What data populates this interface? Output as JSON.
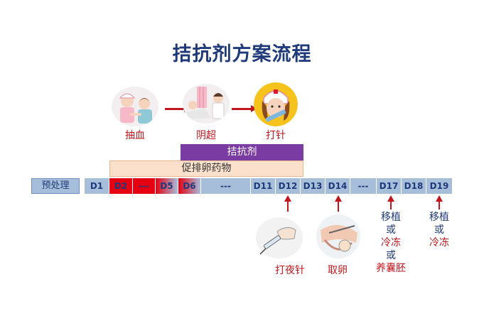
{
  "title": "拮抗剂方案流程",
  "steps": [
    {
      "label": "抽血",
      "icon": "nurse-drawing-blood-icon"
    },
    {
      "label": "阴超",
      "icon": "ultrasound-exam-icon"
    },
    {
      "label": "打针",
      "icon": "nurse-injection-icon"
    }
  ],
  "bars": {
    "antagonist": "拮抗剂",
    "ovulation_drugs": "促排卵药物"
  },
  "pretreatment": "预处理",
  "days": [
    "D1",
    "D2",
    "---",
    "D5",
    "D6",
    "---",
    "D11",
    "D12",
    "D13",
    "D14",
    "---",
    "D17",
    "D18",
    "D19"
  ],
  "events": {
    "trigger": "打夜针",
    "retrieval": "取卵",
    "d17": [
      "移植",
      "或",
      "冷冻",
      "或",
      "养囊胚"
    ],
    "d19": [
      "移植",
      "或",
      "冷冻"
    ]
  },
  "colors": {
    "title": "#1f3a7a",
    "red": "#c0161c",
    "purple": "#7a3ca3",
    "peach": "#fbe0cc",
    "timeline_blue": "#a7bedb",
    "timeline_red": "#e50012"
  }
}
